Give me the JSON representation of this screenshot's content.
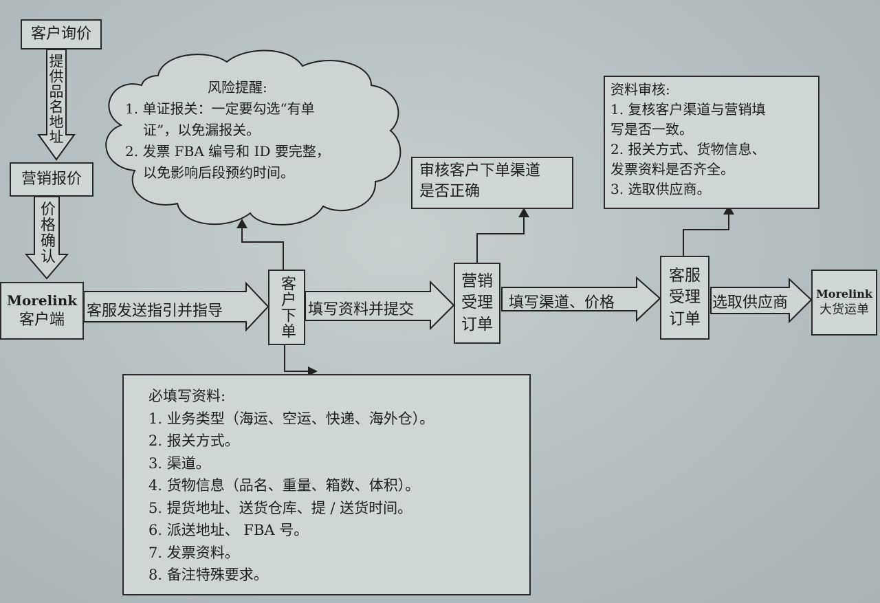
{
  "nodes": {
    "customer_inquiry": "客户询价",
    "marketing_quote": "营销报价",
    "client_line1": "Morelink",
    "client_line2": "客户端",
    "customer_order": "客户下单",
    "marketing_accept": "营销受理订单",
    "cs_accept": "客服受理订单",
    "bulk_waybill_line1": "Morelink",
    "bulk_waybill_line2": "大货运单",
    "check_channel": [
      "审核客户下单渠道",
      "是否正确"
    ]
  },
  "arrows": {
    "provide_info": "提供品名地址",
    "price_confirm": "价格确认",
    "send_guide": "客服发送指引并指导",
    "fill_submit": "填写资料并提交",
    "fill_channel_price": "填写渠道、价格",
    "choose_supplier": "选取供应商"
  },
  "risk": {
    "title": "风险提醒:",
    "lines": [
      "1. 单证报关：一定要勾选“有单",
      "证”，以免漏报关。",
      "2. 发票 FBA 编号和 ID 要完整，",
      "以免影响后段预约时间。"
    ]
  },
  "review": {
    "title": "资料审核:",
    "lines": [
      "1. 复核客户渠道与营销填",
      "写是否一致。",
      "2. 报关方式、货物信息、",
      "发票资料是否齐全。",
      "3. 选取供应商。"
    ]
  },
  "required": {
    "title": "必填写资料:",
    "lines": [
      "1. 业务类型（海运、空运、快递、海外仓）。",
      "2. 报关方式。",
      "3. 渠道。",
      "4. 货物信息（品名、重量、箱数、体积）。",
      "5. 提货地址、送货仓库、提 / 送货时间。",
      "6. 派送地址、 FBA 号。",
      "7. 发票资料。",
      "8. 备注特殊要求。"
    ]
  }
}
